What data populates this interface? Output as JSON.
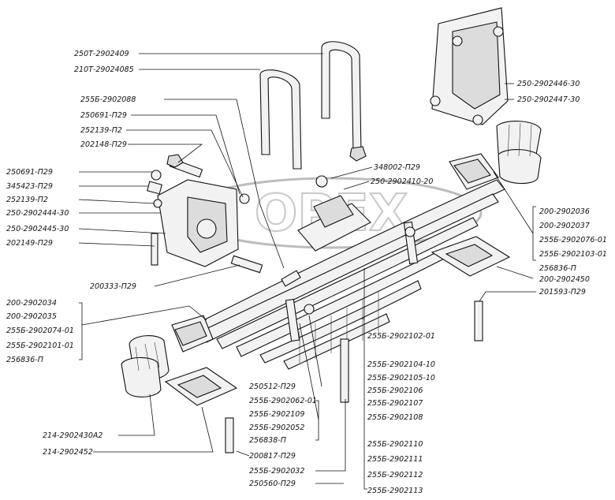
{
  "watermark": {
    "text": "OPEX",
    "color": "#c8c8c8"
  },
  "labels": [
    {
      "id": "l1",
      "text": "250Т-2902409"
    },
    {
      "id": "l2",
      "text": "210Т-29024085"
    },
    {
      "id": "l3",
      "text": "255Б-2902088"
    },
    {
      "id": "l4",
      "text": "250691-П29"
    },
    {
      "id": "l5",
      "text": "252139-П2"
    },
    {
      "id": "l6",
      "text": "202148-П29"
    },
    {
      "id": "l7",
      "text": "250691-П29"
    },
    {
      "id": "l8",
      "text": "345423-П29"
    },
    {
      "id": "l9",
      "text": "252139-П2"
    },
    {
      "id": "l10",
      "text": "250-2902444-30"
    },
    {
      "id": "l11",
      "text": "250-2902445-30"
    },
    {
      "id": "l12",
      "text": "202149-П29"
    },
    {
      "id": "l13",
      "text": "200333-П29"
    },
    {
      "id": "l14",
      "text": "200-2902034"
    },
    {
      "id": "l15",
      "text": "200-2902035"
    },
    {
      "id": "l16",
      "text": "255Б-2902074-01"
    },
    {
      "id": "l17",
      "text": "255Б-2902101-01"
    },
    {
      "id": "l18",
      "text": "256836-П"
    },
    {
      "id": "l19",
      "text": "214-2902430А2"
    },
    {
      "id": "l20",
      "text": "214-2902452"
    },
    {
      "id": "l21",
      "text": "250-2902446-30"
    },
    {
      "id": "l22",
      "text": "250-2902447-30"
    },
    {
      "id": "l23",
      "text": "348002-П29"
    },
    {
      "id": "l24",
      "text": "250-2902410-20"
    },
    {
      "id": "l25",
      "text": "200-2902036"
    },
    {
      "id": "l26",
      "text": "200-2902037"
    },
    {
      "id": "l27",
      "text": "255Б-2902076-01"
    },
    {
      "id": "l28",
      "text": "255Б-2902103-01"
    },
    {
      "id": "l29",
      "text": "256836-П"
    },
    {
      "id": "l30",
      "text": "200-2902450"
    },
    {
      "id": "l31",
      "text": "201593-П29"
    },
    {
      "id": "l32",
      "text": "255Б-2902102-01"
    },
    {
      "id": "l33",
      "text": "255Б-2902104-10"
    },
    {
      "id": "l34",
      "text": "255Б-2902105-10"
    },
    {
      "id": "l35",
      "text": "255Б-2902106"
    },
    {
      "id": "l36",
      "text": "255Б-2902107"
    },
    {
      "id": "l37",
      "text": "255Б-2902108"
    },
    {
      "id": "l38",
      "text": "250512-П29"
    },
    {
      "id": "l39",
      "text": "255Б-2902062-01"
    },
    {
      "id": "l40",
      "text": "255Б-2902109"
    },
    {
      "id": "l41",
      "text": "255Б-2902052"
    },
    {
      "id": "l42",
      "text": "256838-П"
    },
    {
      "id": "l43",
      "text": "200817-П29"
    },
    {
      "id": "l44",
      "text": "250560-П29"
    },
    {
      "id": "l45",
      "text": "255Б-2902032"
    },
    {
      "id": "l46",
      "text": "255Б-2902110"
    },
    {
      "id": "l47",
      "text": "255Б-2902111"
    },
    {
      "id": "l48",
      "text": "255Б-2902112"
    },
    {
      "id": "l49",
      "text": "255Б-2902113"
    }
  ]
}
